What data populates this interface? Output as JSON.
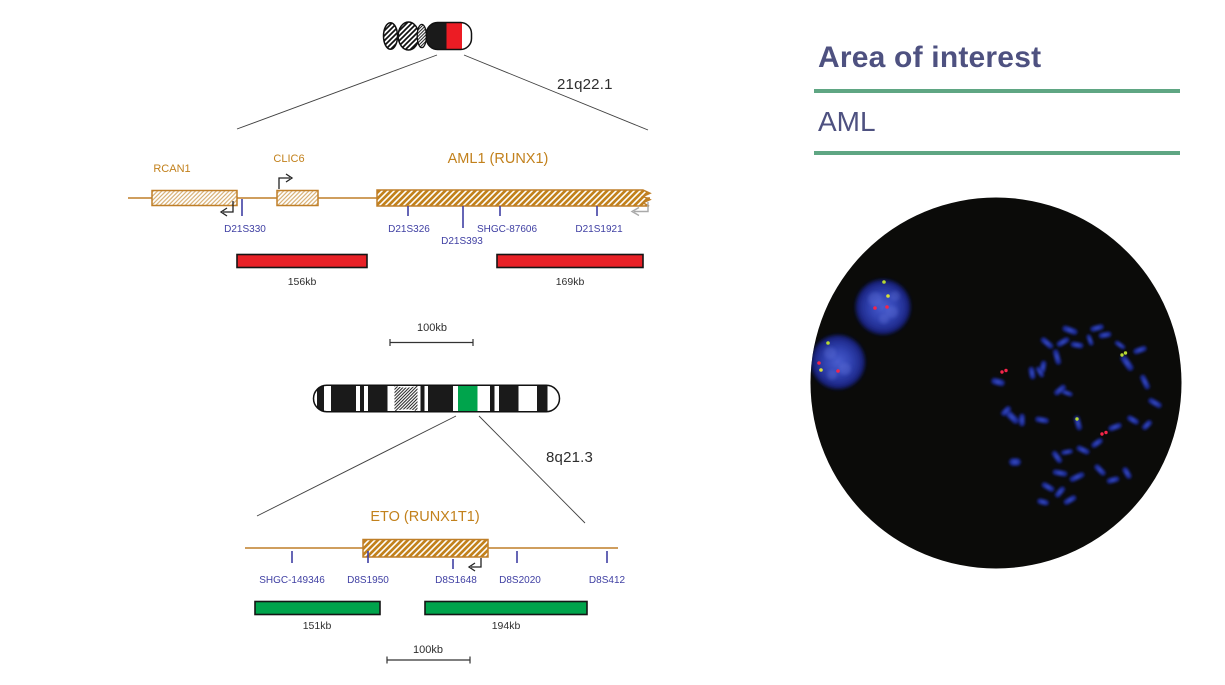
{
  "figure": {
    "chr21": {
      "region_label": "21q22.1",
      "gene_labels": {
        "rcan1": "RCAN1",
        "clic6": "CLIC6",
        "aml1": "AML1 (RUNX1)"
      },
      "markers": [
        "D21S330",
        "D21S326",
        "D21S393",
        "SHGC-87606",
        "D21S1921"
      ],
      "probe_sizes": [
        "156kb",
        "169kb"
      ],
      "probe_color": "#e82127",
      "scale_label": "100kb"
    },
    "chr8": {
      "region_label": "8q21.3",
      "gene_labels": {
        "eto": "ETO (RUNX1T1)"
      },
      "markers": [
        "SHGC-149346",
        "D8S1950",
        "D8S1648",
        "D8S2020",
        "D8S412"
      ],
      "probe_sizes": [
        "151kb",
        "194kb"
      ],
      "probe_color": "#00a44c",
      "scale_label": "100kb"
    }
  },
  "side_panel": {
    "title": "Area of interest",
    "subtitle": "AML",
    "title_color": "#4e5180",
    "divider_color": "#5fa683"
  },
  "colors": {
    "gene_line_orange": "#c2811c",
    "marker_blue": "#4040a3",
    "ideogram_red": "#ec1c24",
    "ideogram_green": "#00a44c",
    "fish_background": "#0b0b09",
    "fish_signal_red": "#f5254a",
    "fish_signal_green": "#b6d832"
  }
}
